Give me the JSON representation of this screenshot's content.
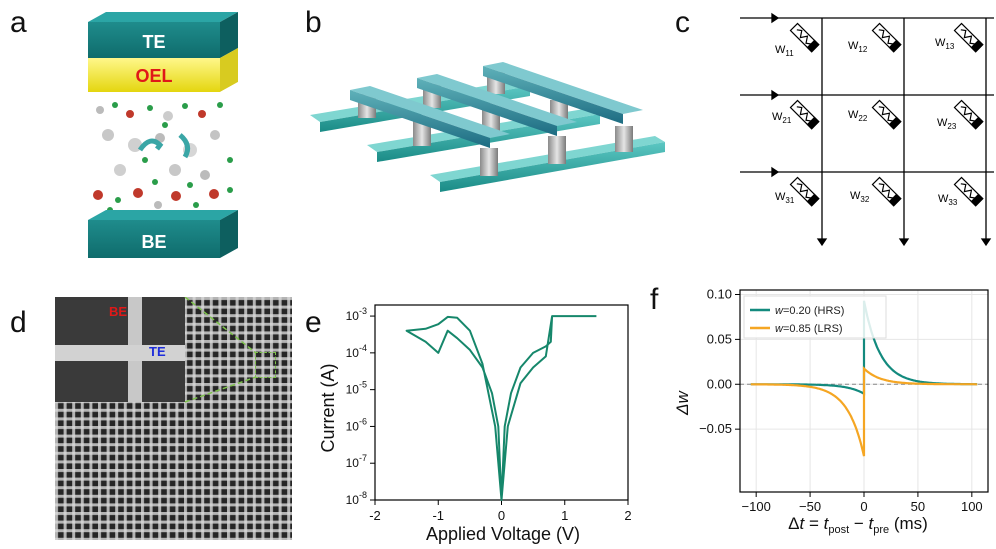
{
  "panels": {
    "a": {
      "letter": "a",
      "top_label": "TE",
      "middle_label": "OEL",
      "bottom_label": "BE"
    },
    "b": {
      "letter": "b"
    },
    "c": {
      "letter": "c",
      "weights": [
        [
          "W11",
          "W12",
          "W13"
        ],
        [
          "W21",
          "W22",
          "W23"
        ],
        [
          "W31",
          "W32",
          "W33"
        ]
      ]
    },
    "d": {
      "letter": "d",
      "inset_label_be": "BE",
      "inset_label_te": "TE"
    },
    "e": {
      "letter": "e"
    },
    "f": {
      "letter": "f"
    }
  },
  "chart_data": [
    {
      "panel": "e",
      "type": "line",
      "xlabel": "Applied Voltage (V)",
      "ylabel": "Current (A)",
      "xlim": [
        -2,
        2
      ],
      "ylim": [
        1e-08,
        0.002
      ],
      "yscale": "log",
      "xticks": [
        "-2",
        "-1",
        "0",
        "1",
        "2"
      ],
      "yticks": [
        "10-8",
        "10-7",
        "10-6",
        "10-5",
        "10-4",
        "10-3"
      ],
      "series": [
        {
          "values_xy": [
            [
              1.5,
              0.001
            ],
            [
              1.2,
              0.001
            ],
            [
              0.85,
              0.001
            ],
            [
              0.8,
              0.001
            ],
            [
              0.78,
              0.0002
            ],
            [
              0.7,
              0.00015
            ],
            [
              0.5,
              0.0001
            ],
            [
              0.3,
              4e-05
            ],
            [
              0.15,
              8e-06
            ],
            [
              0.05,
              1e-06
            ],
            [
              0.0,
              1e-08
            ],
            [
              -0.05,
              1e-06
            ],
            [
              -0.15,
              8e-06
            ],
            [
              -0.3,
              4e-05
            ],
            [
              -0.5,
              0.00012
            ],
            [
              -0.7,
              0.00025
            ],
            [
              -0.85,
              0.0004
            ],
            [
              -1.0,
              0.0001
            ],
            [
              -1.2,
              0.0002
            ],
            [
              -1.5,
              0.0004
            ],
            [
              -1.2,
              0.00045
            ],
            [
              -1.0,
              0.0006
            ],
            [
              -0.85,
              0.00095
            ],
            [
              -0.7,
              0.0009
            ],
            [
              -0.5,
              0.0004
            ],
            [
              -0.3,
              5e-05
            ],
            [
              -0.1,
              1e-06
            ],
            [
              0.0,
              1e-08
            ],
            [
              0.1,
              1e-06
            ],
            [
              0.3,
              1.5e-05
            ],
            [
              0.5,
              4e-05
            ],
            [
              0.7,
              8e-05
            ],
            [
              0.8,
              0.001
            ],
            [
              1.5,
              0.001
            ]
          ]
        }
      ]
    },
    {
      "panel": "f",
      "type": "line",
      "xlabel": "Δt = t_post − t_pre (ms)",
      "ylabel": "Δw",
      "xlim": [
        -115,
        115
      ],
      "ylim": [
        -0.12,
        0.105
      ],
      "xticks": [
        "-100",
        "-50",
        "0",
        "50",
        "100"
      ],
      "yticks": [
        "0.10",
        "0.05",
        "0.00",
        "-0.05"
      ],
      "grid": true,
      "legend_position": "top-left",
      "series": [
        {
          "name": "w=0.20 (HRS)",
          "color": "#138a7e",
          "ltp_amp": 0.093,
          "ltd_amp": -0.0105,
          "tau": 15
        },
        {
          "name": "w=0.85 (LRS)",
          "color": "#f5a623",
          "ltp_amp": 0.0175,
          "ltd_amp": -0.08,
          "tau": 15
        }
      ]
    }
  ]
}
